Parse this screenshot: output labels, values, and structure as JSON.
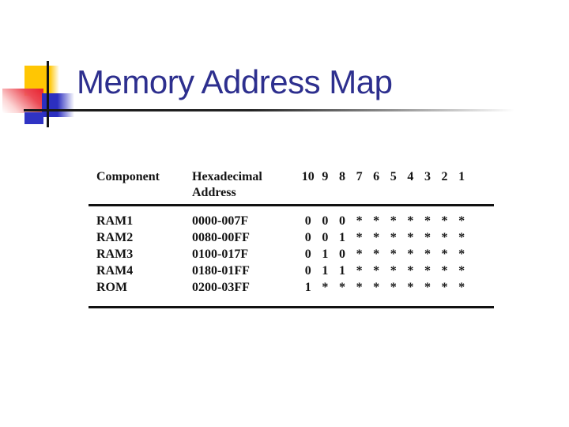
{
  "title": "Memory Address Map",
  "table": {
    "col_component": "Component",
    "col_hex_line1": "Hexadecimal",
    "col_hex_line2": "Address",
    "bit_headers": [
      "10",
      "9",
      "8",
      "7",
      "6",
      "5",
      "4",
      "3",
      "2",
      "1"
    ],
    "rows": [
      {
        "component": "RAM1",
        "hex": "0000-007F",
        "bits": [
          "0",
          "0",
          "0",
          "*",
          "*",
          "*",
          "*",
          "*",
          "*",
          "*"
        ]
      },
      {
        "component": "RAM2",
        "hex": "0080-00FF",
        "bits": [
          "0",
          "0",
          "1",
          "*",
          "*",
          "*",
          "*",
          "*",
          "*",
          "*"
        ]
      },
      {
        "component": "RAM3",
        "hex": "0100-017F",
        "bits": [
          "0",
          "1",
          "0",
          "*",
          "*",
          "*",
          "*",
          "*",
          "*",
          "*"
        ]
      },
      {
        "component": "RAM4",
        "hex": "0180-01FF",
        "bits": [
          "0",
          "1",
          "1",
          "*",
          "*",
          "*",
          "*",
          "*",
          "*",
          "*"
        ]
      },
      {
        "component": "ROM",
        "hex": "0200-03FF",
        "bits": [
          "1",
          "*",
          "*",
          "*",
          "*",
          "*",
          "*",
          "*",
          "*",
          "*"
        ]
      }
    ]
  },
  "colors": {
    "title_text": "#2d2f8e",
    "accent_yellow": "#ffc603",
    "accent_red": "#e7212e",
    "accent_blue": "#2c2fc0",
    "table_text": "#141414",
    "rule": "#111111"
  }
}
